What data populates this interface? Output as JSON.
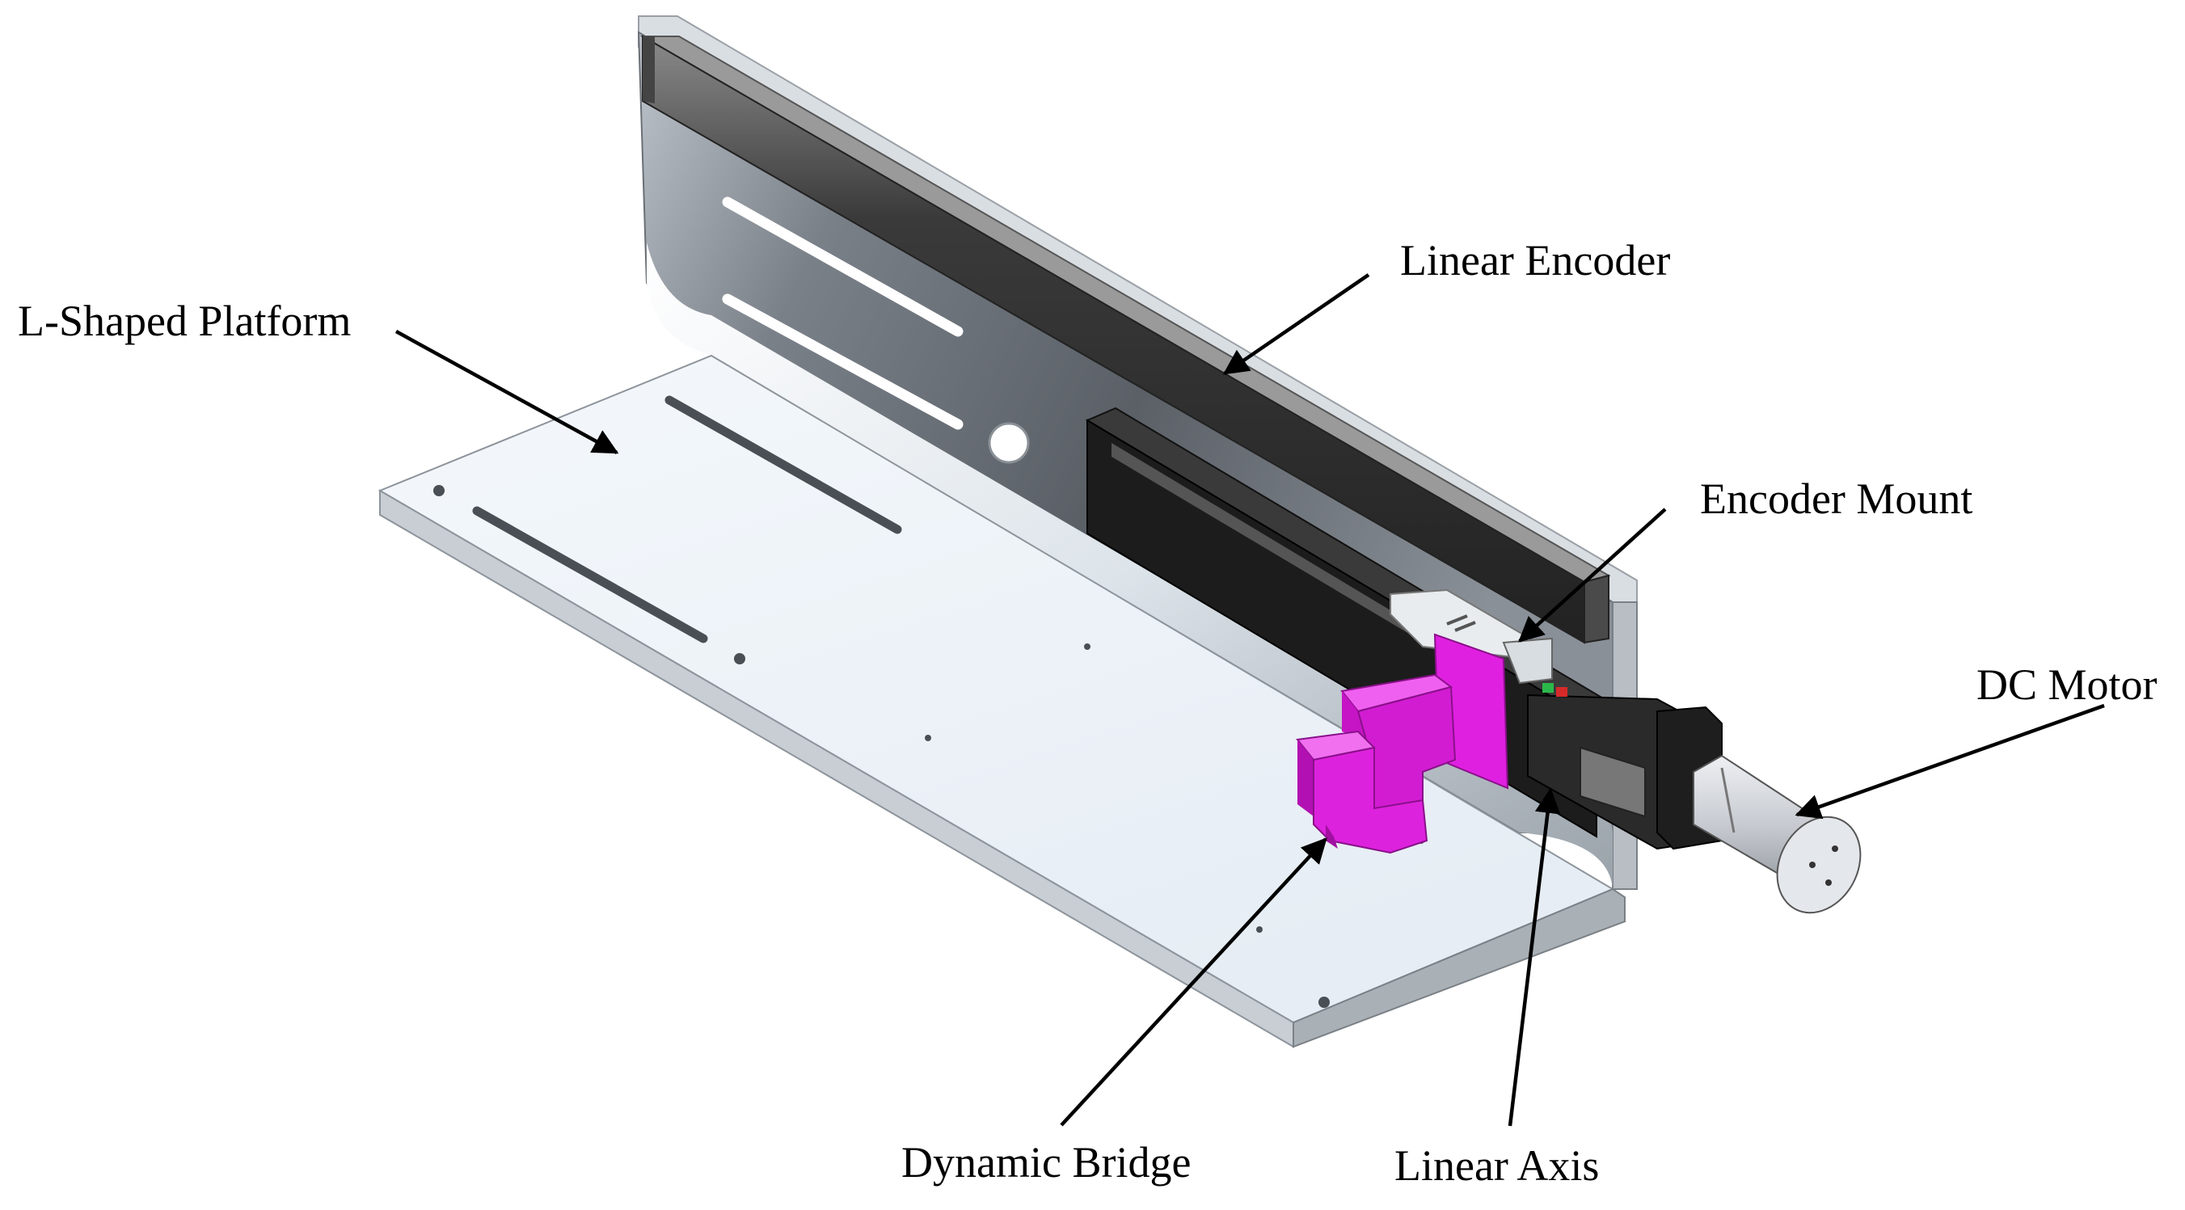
{
  "labels": {
    "l_shaped_platform": "L-Shaped Platform",
    "linear_encoder": "Linear Encoder",
    "encoder_mount": "Encoder Mount",
    "dc_motor": "DC Motor",
    "dynamic_bridge": "Dynamic Bridge",
    "linear_axis": "Linear Axis"
  },
  "colors": {
    "platform_top": "#eef3f8",
    "platform_wall": "#5a6168",
    "encoder_bar": "#2d2d2d",
    "linear_axis_body": "#1b1b1b",
    "dynamic_bridge": "#e61be6",
    "dc_motor": "#c9ccd2",
    "arrow": "#000000"
  }
}
